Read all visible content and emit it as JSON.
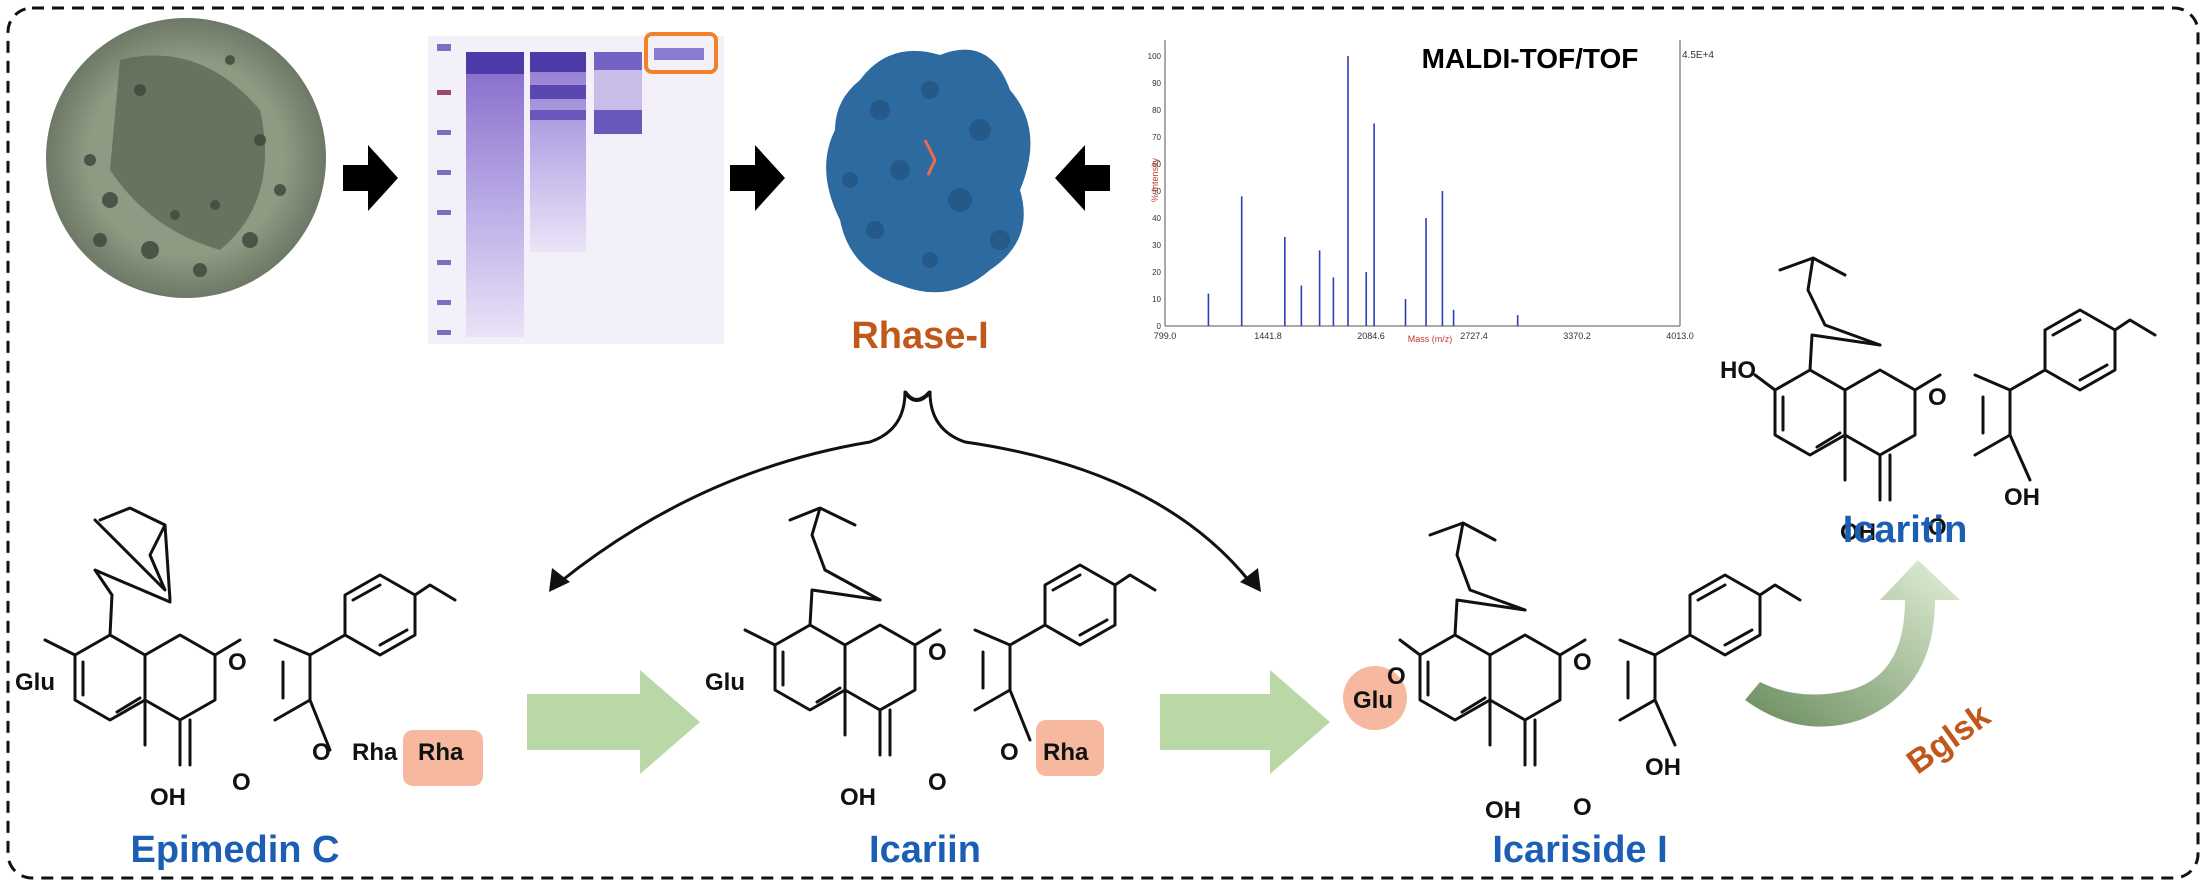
{
  "labels": {
    "enzyme": "Rhase-I",
    "ms_title": "MALDI-TOF/TOF",
    "enzyme2": "Bglsk"
  },
  "compounds": {
    "epimedin_c": "Epimedin C",
    "icariin": "Icariin",
    "icariside": "Icariside I",
    "icaritin": "Icaritin"
  },
  "atoms": {
    "glu": "Glu",
    "rha": "Rha",
    "oh": "OH",
    "ho": "HO",
    "o": "O"
  },
  "spectrum": {
    "xlabel": "Mass (m/z)",
    "ylabel": "% Intensity",
    "x_ticks": [
      "799.0",
      "1441.8",
      "2084.6",
      "2727.4",
      "3370.2",
      "4013.0"
    ],
    "y_ticks": [
      "0",
      "10",
      "20",
      "30",
      "40",
      "50",
      "60",
      "70",
      "80",
      "90",
      "100"
    ],
    "max_label": "4.5E+4",
    "peaks": [
      {
        "mz": 1277.6,
        "rel": 48
      },
      {
        "mz": 1546.9,
        "rel": 33
      },
      {
        "mz": 1763.9,
        "rel": 28
      },
      {
        "mz": 1940.9,
        "rel": 100
      },
      {
        "mz": 2104.1,
        "rel": 75
      },
      {
        "mz": 2054.9,
        "rel": 20
      },
      {
        "mz": 2428.2,
        "rel": 40
      },
      {
        "mz": 2530.3,
        "rel": 50
      },
      {
        "mz": 1070.0,
        "rel": 12
      },
      {
        "mz": 1650.0,
        "rel": 15
      },
      {
        "mz": 1850.0,
        "rel": 18
      },
      {
        "mz": 2300.0,
        "rel": 10
      },
      {
        "mz": 2600.0,
        "rel": 6
      },
      {
        "mz": 3000.0,
        "rel": 4
      }
    ]
  },
  "colors": {
    "blue_label": "#1a5fb4",
    "orange_label": "#c0571b",
    "rha_box": "#f6b89e",
    "green_arrow": "#b9d8a6",
    "protein": "#2d6aa0"
  }
}
